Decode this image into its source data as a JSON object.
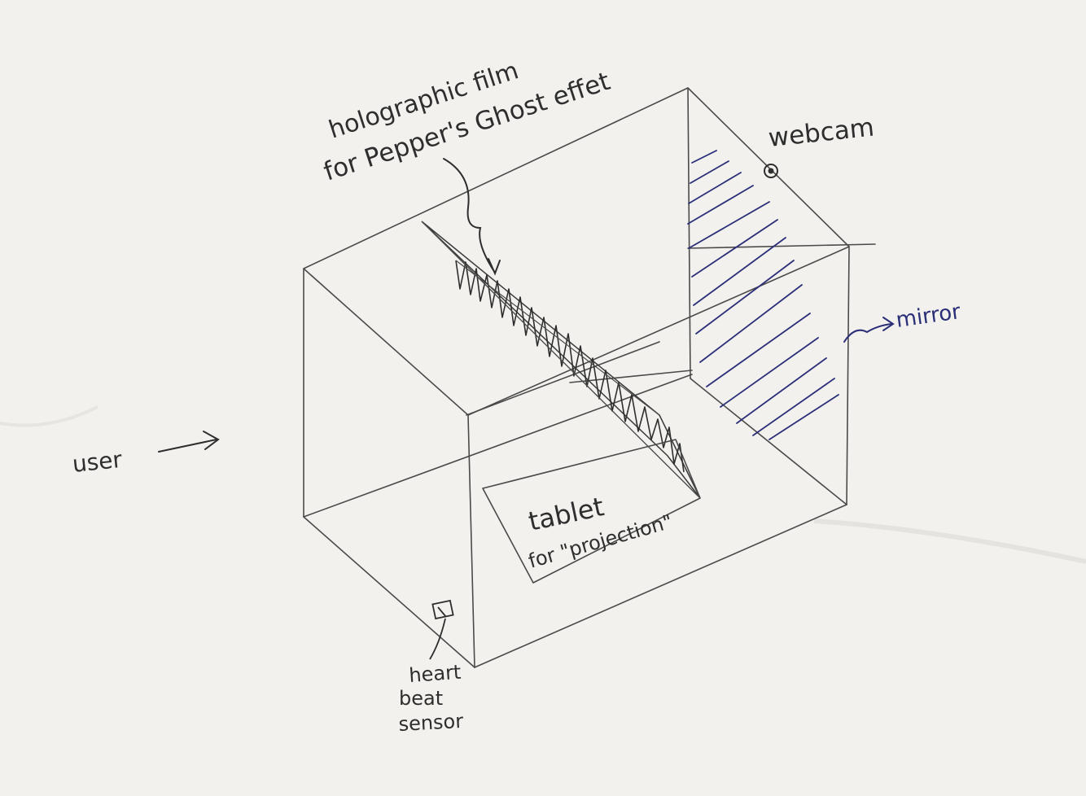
{
  "colors": {
    "paper": "#f2f1ee",
    "pencil": "#4a4a4a",
    "pen": "#2e2e2e",
    "mirror_ink": "#2a2f78"
  },
  "labels": {
    "holographic_film_line1": "holographic film",
    "holographic_film_line2": "for Pepper's Ghost effet",
    "webcam": "webcam",
    "mirror": "mirror",
    "user": "user",
    "tablet_line1": "tablet",
    "tablet_line2": "for \"projection\"",
    "heart_line1": "heart",
    "heart_line2": "beat",
    "heart_line3": "sensor"
  },
  "icons": {
    "webcam_marker": "circle-dot-icon",
    "sensor_marker": "square-sensor-icon"
  }
}
